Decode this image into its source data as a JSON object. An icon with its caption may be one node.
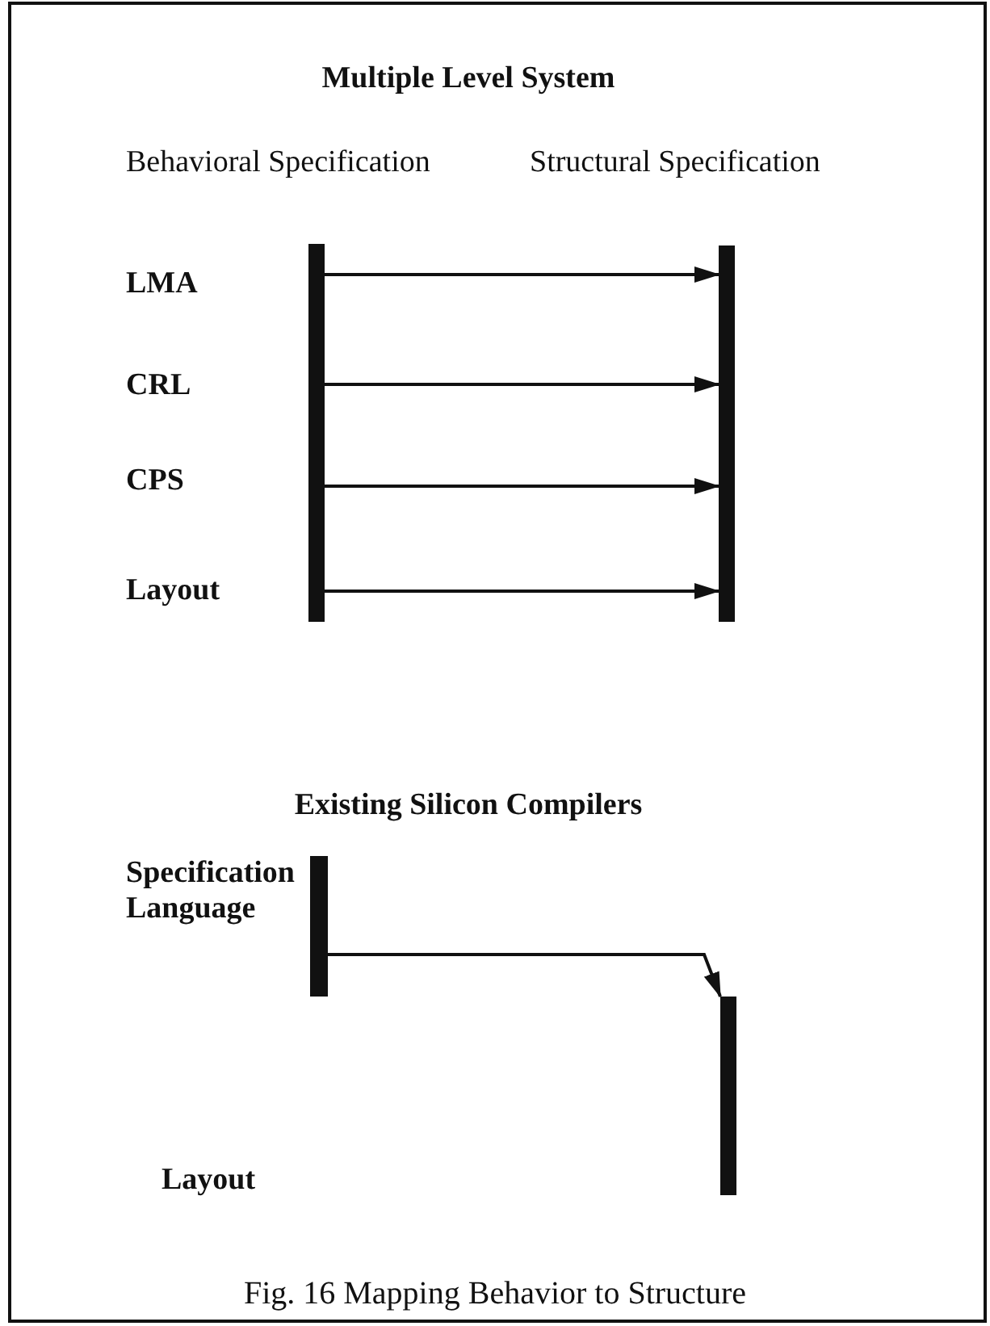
{
  "diagram": {
    "title": "Multiple Level System",
    "caption": "Fig. 16 Mapping Behavior to Structure",
    "nodes": [
      {
        "text": [],
        "shape": "bar"
      },
      {
        "text": [],
        "shape": "bar"
      },
      {
        "text": [],
        "shape": "bar"
      },
      {
        "text": [],
        "shape": "bar"
      }
    ],
    "edges": [
      {
        "from": 0,
        "to": 1,
        "arrow": "to"
      },
      {
        "from": 0,
        "to": 1,
        "arrow": "to"
      },
      {
        "from": 0,
        "to": 1,
        "arrow": "to"
      },
      {
        "from": 0,
        "to": 1,
        "arrow": "to"
      },
      {
        "from": 2,
        "to": 3,
        "arrow": "to"
      }
    ],
    "labels": [
      "Behavioral Specification",
      "Structural Specification",
      "LMA",
      "CRL",
      "CPS",
      "Layout",
      "Existing Silicon Compilers",
      "Specification Language",
      "Layout"
    ]
  }
}
